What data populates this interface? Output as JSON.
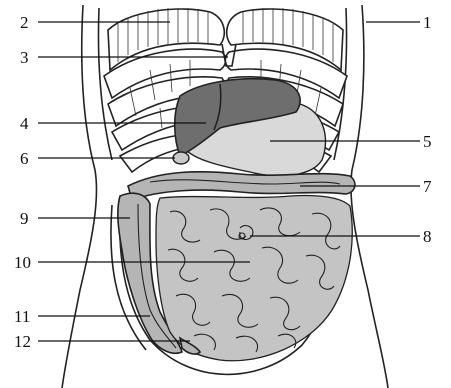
{
  "figure": {
    "labels": [
      {
        "id": "l1",
        "text": "1"
      },
      {
        "id": "l2",
        "text": "2"
      },
      {
        "id": "l3",
        "text": "3"
      },
      {
        "id": "l4",
        "text": "4"
      },
      {
        "id": "l5",
        "text": "5"
      },
      {
        "id": "l6",
        "text": "6"
      },
      {
        "id": "l7",
        "text": "7"
      },
      {
        "id": "l8",
        "text": "8"
      },
      {
        "id": "l9",
        "text": "9"
      },
      {
        "id": "l10",
        "text": "10"
      },
      {
        "id": "l11",
        "text": "11"
      },
      {
        "id": "l12",
        "text": "12"
      }
    ]
  }
}
